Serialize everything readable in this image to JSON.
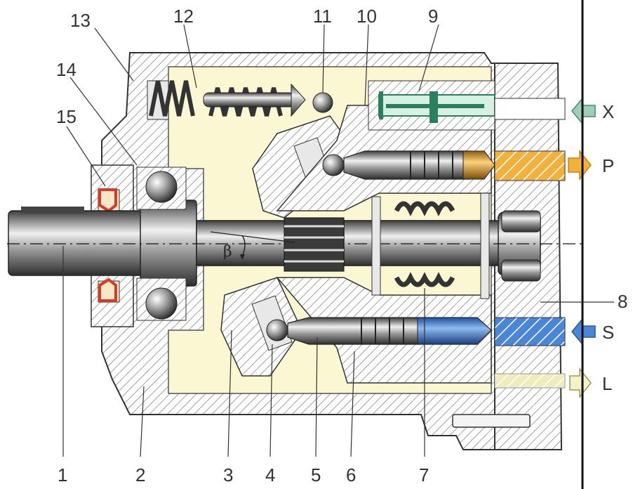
{
  "labels": {
    "n1": "1",
    "n2": "2",
    "n3": "3",
    "n4": "4",
    "n5": "5",
    "n6": "6",
    "n7": "7",
    "n8": "8",
    "n9": "9",
    "n10": "10",
    "n11": "11",
    "n12": "12",
    "n13": "13",
    "n14": "14",
    "n15": "15"
  },
  "ports": {
    "x": "X",
    "p": "P",
    "s": "S",
    "l": "L"
  },
  "angle_symbol": "β",
  "colors": {
    "housing_fill": "#ffffff",
    "housing_hatch": "#6f6f6f",
    "chamber": "#fbf7d2",
    "steel_light": "#e8e8e8",
    "steel_dark": "#3a3a3a",
    "pressure_port": "#f2b13c",
    "suction_port": "#4a86d8",
    "control_port": "#9ad1b8",
    "leak_port": "#f3efc4",
    "seal": "#d83a2a"
  }
}
